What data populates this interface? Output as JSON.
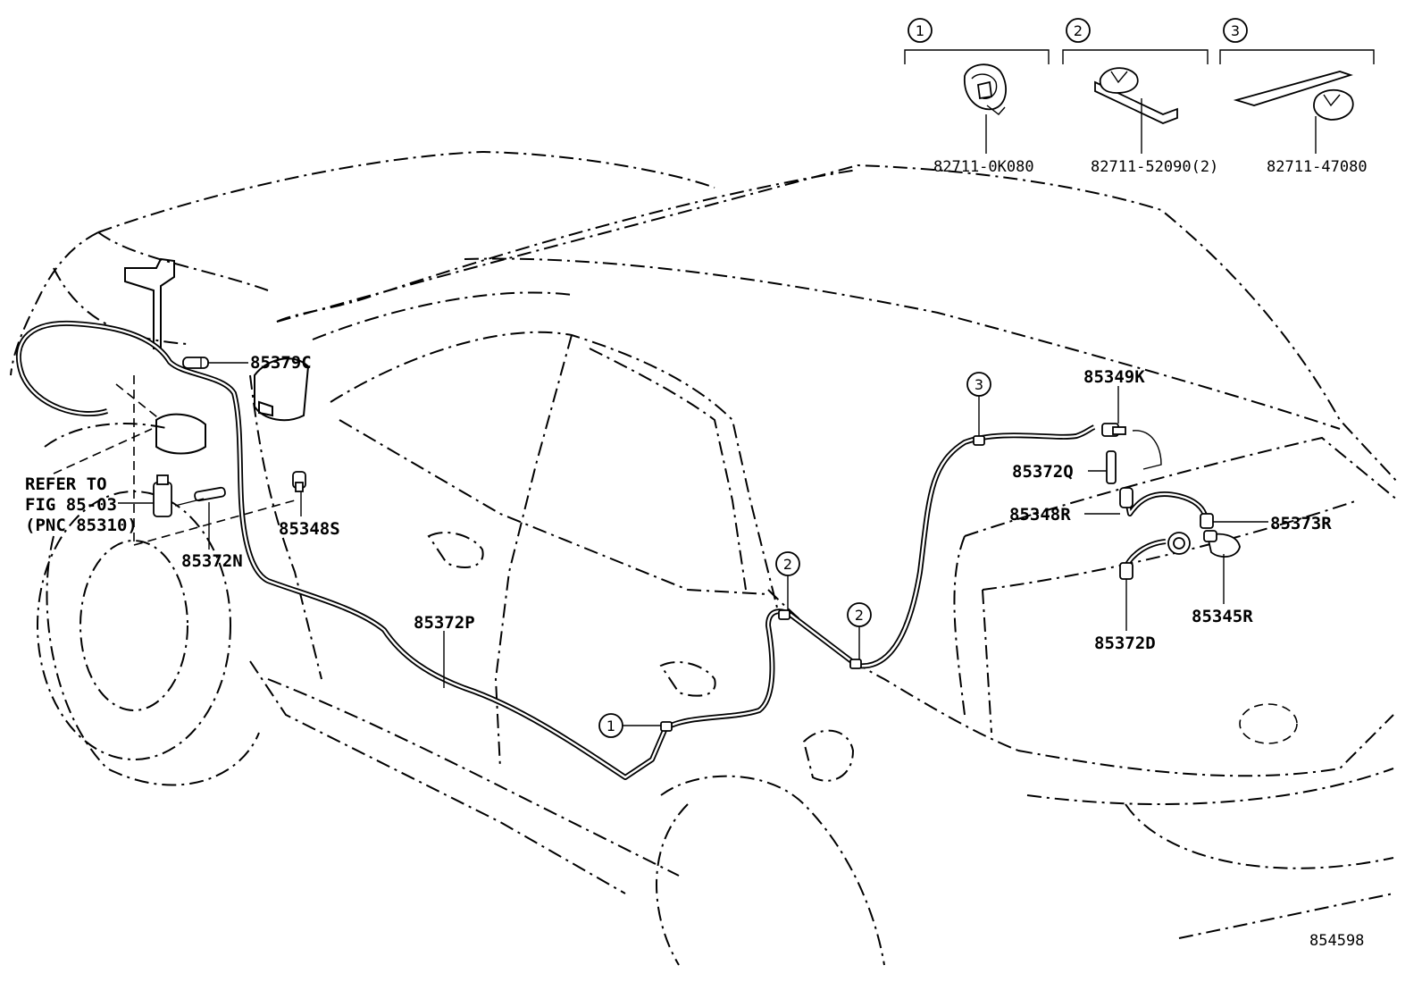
{
  "diagram": {
    "part_labels": {
      "p85379C": "85379C",
      "p85349K": "85349K",
      "p85372Q": "85372Q",
      "p85348R": "85348R",
      "p85373R": "85373R",
      "p85345R": "85345R",
      "p85372D": "85372D",
      "p85372P": "85372P",
      "p85372N": "85372N",
      "p85348S": "85348S"
    },
    "refer_note": {
      "line1": "REFER TO",
      "line2": "FIG 85-03",
      "line3": "(PNC 85310)"
    },
    "callouts": {
      "c1": "1",
      "c2": "2",
      "c3": "3"
    },
    "clamp_legend": [
      {
        "num": "1",
        "part_no": "82711-0K080"
      },
      {
        "num": "2",
        "part_no": "82711-52090(2)"
      },
      {
        "num": "3",
        "part_no": "82711-47080"
      }
    ],
    "figure_id": "854598"
  }
}
